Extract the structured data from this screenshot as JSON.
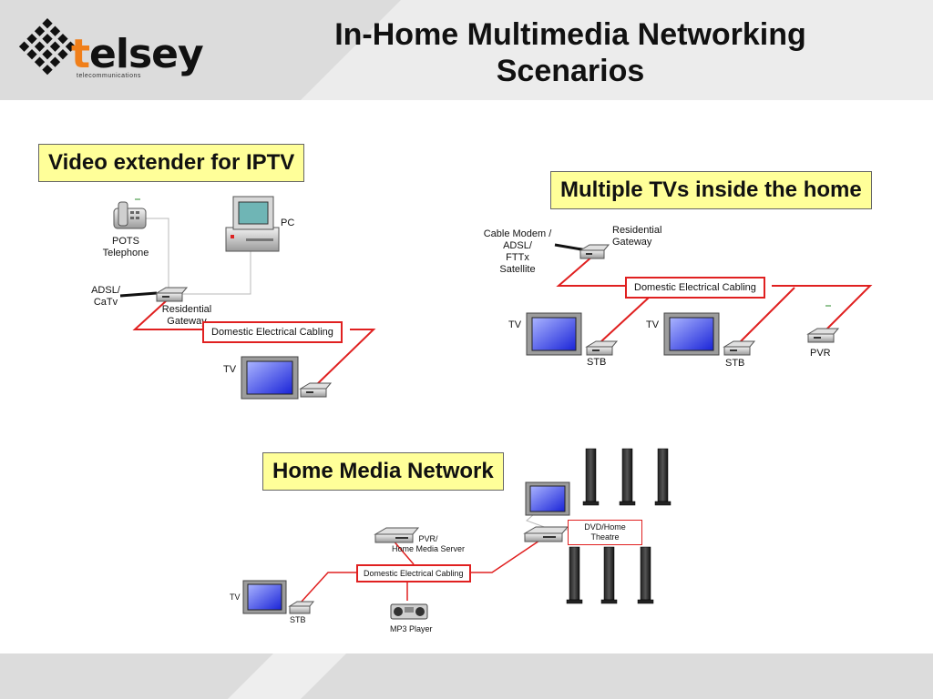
{
  "header": {
    "title_line1": "In-Home Multimedia Networking",
    "title_line2": "Scenarios",
    "logo_text": "telsey",
    "logo_sub": "telecommunications"
  },
  "colors": {
    "accent_logo": "#f07f1a",
    "cable_red": "#e02020",
    "label_bg": "#ffff99",
    "header_bg": "#dcdcdc"
  },
  "scenario1": {
    "heading": "Video extender for IPTV",
    "pots": [
      "POTS",
      "Telephone"
    ],
    "pc": "PC",
    "adsl": [
      "ADSL/",
      "CaTv"
    ],
    "gateway": [
      "Residential",
      "Gateway"
    ],
    "cabling": "Domestic Electrical Cabling",
    "tv": "TV"
  },
  "scenario2": {
    "heading": "Multiple TVs inside the home",
    "modem": [
      "Cable Modem /",
      "ADSL/",
      "FTTx",
      "Satellite"
    ],
    "gateway": [
      "Residential",
      "Gateway"
    ],
    "cabling": "Domestic Electrical Cabling",
    "tv1": "TV",
    "stb1": "STB",
    "tv2": "TV",
    "stb2": "STB",
    "pvr": "PVR"
  },
  "scenario3": {
    "heading": "Home Media Network",
    "pvr": [
      "PVR/",
      "Home Media Server"
    ],
    "dvd": [
      "DVD/Home",
      "Theatre"
    ],
    "cabling": "Domestic Electrical Cabling",
    "tv": "TV",
    "stb": "STB",
    "mp3": "MP3 Player"
  }
}
